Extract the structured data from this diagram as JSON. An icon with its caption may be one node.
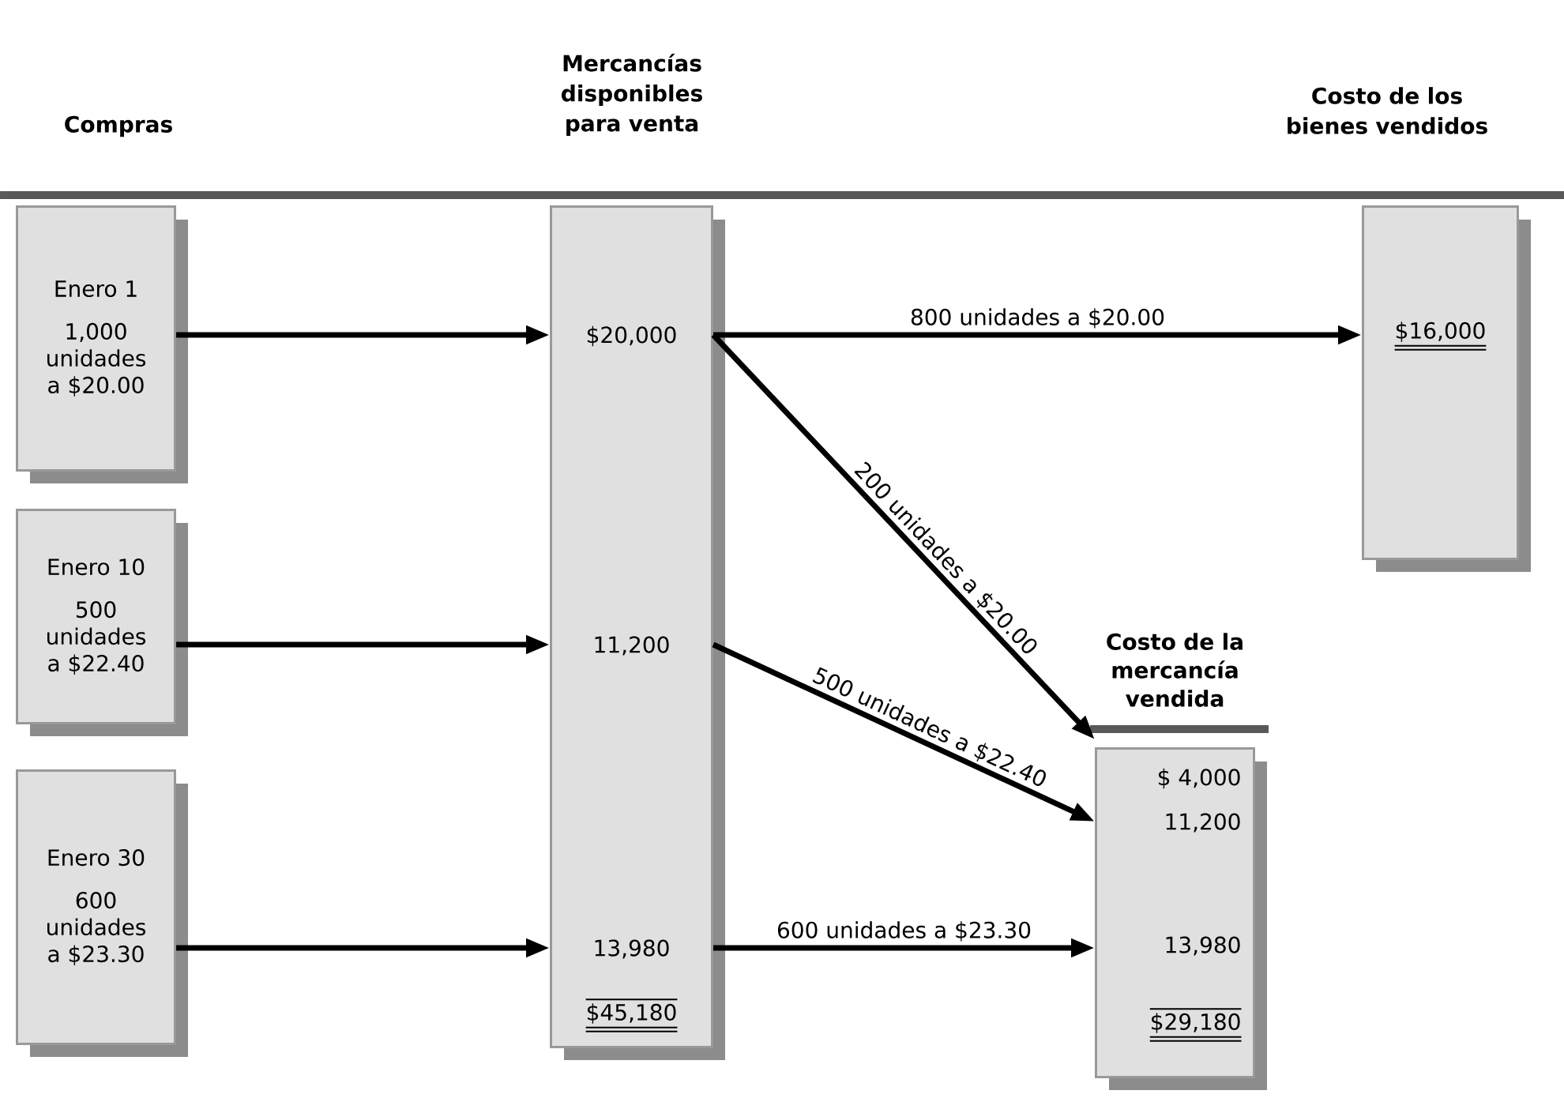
{
  "diagram": {
    "nodes": [
      {
        "text": [
          "Enero 1",
          "1,000 unidades a $20.00"
        ]
      },
      {
        "text": [
          "Enero 10",
          "500 unidades a $22.40"
        ]
      },
      {
        "text": [
          "Enero 30",
          "600 unidades a $23.30"
        ]
      },
      {
        "text": [
          "$20,000",
          "11,200",
          "13,980",
          "$45,180"
        ]
      },
      {
        "text": [
          "$16,000"
        ]
      },
      {
        "text": [
          "Costo de la mercancía vendida",
          "$ 4,000",
          "11,200",
          "13,980",
          "$29,180"
        ]
      }
    ],
    "edges": [
      {
        "from": 0,
        "to": 3,
        "arrow": "to"
      },
      {
        "from": 1,
        "to": 3,
        "arrow": "to"
      },
      {
        "from": 2,
        "to": 3,
        "arrow": "to"
      },
      {
        "from": 3,
        "to": 4,
        "arrow": "to",
        "label": "800 unidades a $20.00"
      },
      {
        "from": 3,
        "to": 5,
        "arrow": "to",
        "label": "200 unidades a $20.00"
      },
      {
        "from": 3,
        "to": 5,
        "arrow": "to",
        "label": "500 unidades a $22.40"
      },
      {
        "from": 3,
        "to": 5,
        "arrow": "to",
        "label": "600 unidades a $23.30"
      }
    ],
    "labels": [
      "Compras",
      "Mercancías disponibles para venta",
      "Costo de los bienes vendidos"
    ]
  }
}
